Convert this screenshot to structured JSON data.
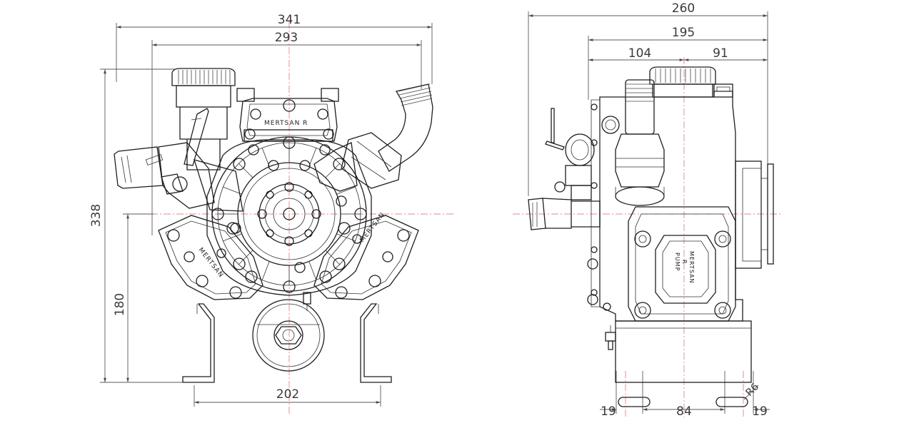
{
  "front_view": {
    "dimensions": {
      "overall_width": "341",
      "inner_width": "293",
      "overall_height": "338",
      "shaft_height": "180",
      "mount_spacing": "202"
    },
    "brand_top": "MERTSAN   R",
    "brand_left": "MERTSAN",
    "brand_right": "MERTSAN"
  },
  "side_view": {
    "dimensions": {
      "overall_width": "260",
      "width_195": "195",
      "left_104": "104",
      "right_91": "91",
      "slot_left": "19",
      "slot_spacing": "84",
      "slot_right": "19",
      "radius": "R6"
    },
    "brand_plate": [
      "MERTSAN",
      "R",
      "PUMP"
    ]
  },
  "colors": {
    "line": "#1e1e1e",
    "dimension": "#5a5a5a",
    "centerline": "#e06060",
    "background": "#ffffff"
  }
}
